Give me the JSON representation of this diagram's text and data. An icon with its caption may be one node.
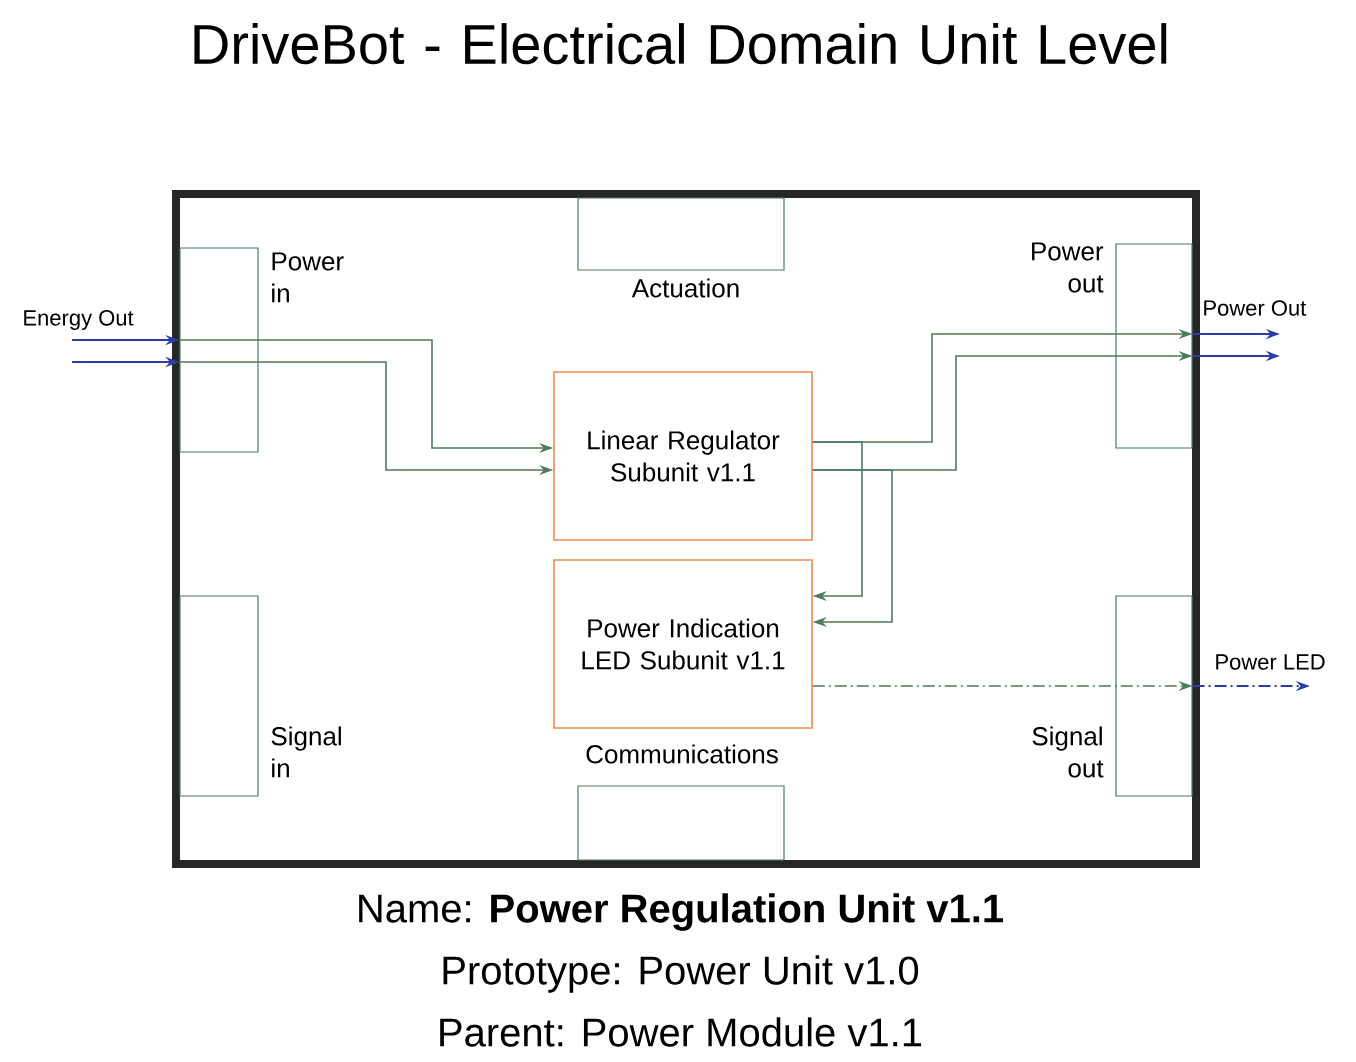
{
  "diagram": {
    "title": "DriveBot - Electrical Domain Unit Level",
    "nodes": [
      {
        "text": [],
        "shape": "box"
      },
      {
        "text": [
          "Power in"
        ],
        "in": 0
      },
      {
        "text": [
          "Actuation"
        ],
        "in": 0
      },
      {
        "text": [
          "Power out"
        ],
        "in": 0
      },
      {
        "text": [
          "Linear Regulator Subunit v1.1"
        ],
        "in": 0
      },
      {
        "text": [
          "Power Indication LED Subunit v1.1"
        ],
        "in": 0
      },
      {
        "text": [
          "Signal in"
        ],
        "in": 0
      },
      {
        "text": [
          "Communications"
        ],
        "in": 0
      },
      {
        "text": [
          "Signal out"
        ],
        "in": 0
      }
    ],
    "edges": [
      {
        "from": null,
        "to": 1,
        "arrow": "to",
        "label": "Energy Out",
        "color": "#2b3ea6"
      },
      {
        "from": null,
        "to": 1,
        "arrow": "to",
        "color": "#2b3ea6"
      },
      {
        "from": 1,
        "to": 4,
        "arrow": "to"
      },
      {
        "from": 1,
        "to": 4,
        "arrow": "to"
      },
      {
        "from": 4,
        "to": 3,
        "arrow": "to"
      },
      {
        "from": 4,
        "to": 3,
        "arrow": "to"
      },
      {
        "from": 4,
        "to": 5,
        "arrow": "to"
      },
      {
        "from": 4,
        "to": 5,
        "arrow": "to"
      },
      {
        "from": 5,
        "to": 8,
        "arrow": "to",
        "style": "dashed"
      },
      {
        "from": 3,
        "to": null,
        "arrow": "to",
        "label": "Power Out",
        "color": "#2b3ea6"
      },
      {
        "from": 3,
        "to": null,
        "arrow": "to",
        "color": "#2b3ea6"
      },
      {
        "from": 8,
        "to": null,
        "arrow": "to",
        "label": "Power LED",
        "style": "dashed",
        "color": "#2b3ea6"
      }
    ],
    "labels": [
      "Name: **Power Regulation Unit v1.1**",
      "Prototype: Power Unit v1.0",
      "Parent: Power Module v1.1"
    ]
  }
}
